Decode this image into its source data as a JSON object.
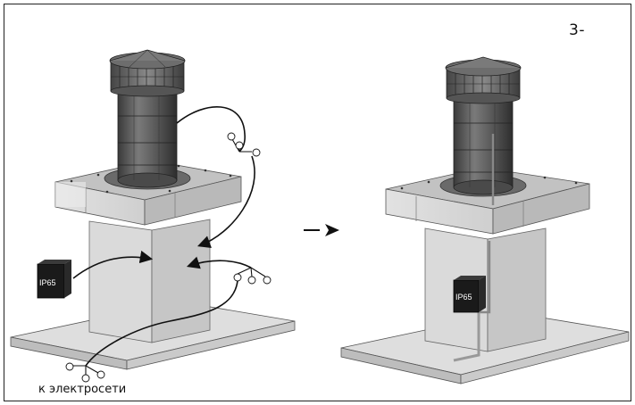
{
  "step_label": "3-",
  "left_scene": {
    "enclosure_label": "IP65",
    "power_caption": "к электросети"
  },
  "right_scene": {
    "enclosure_label": "IP65"
  }
}
